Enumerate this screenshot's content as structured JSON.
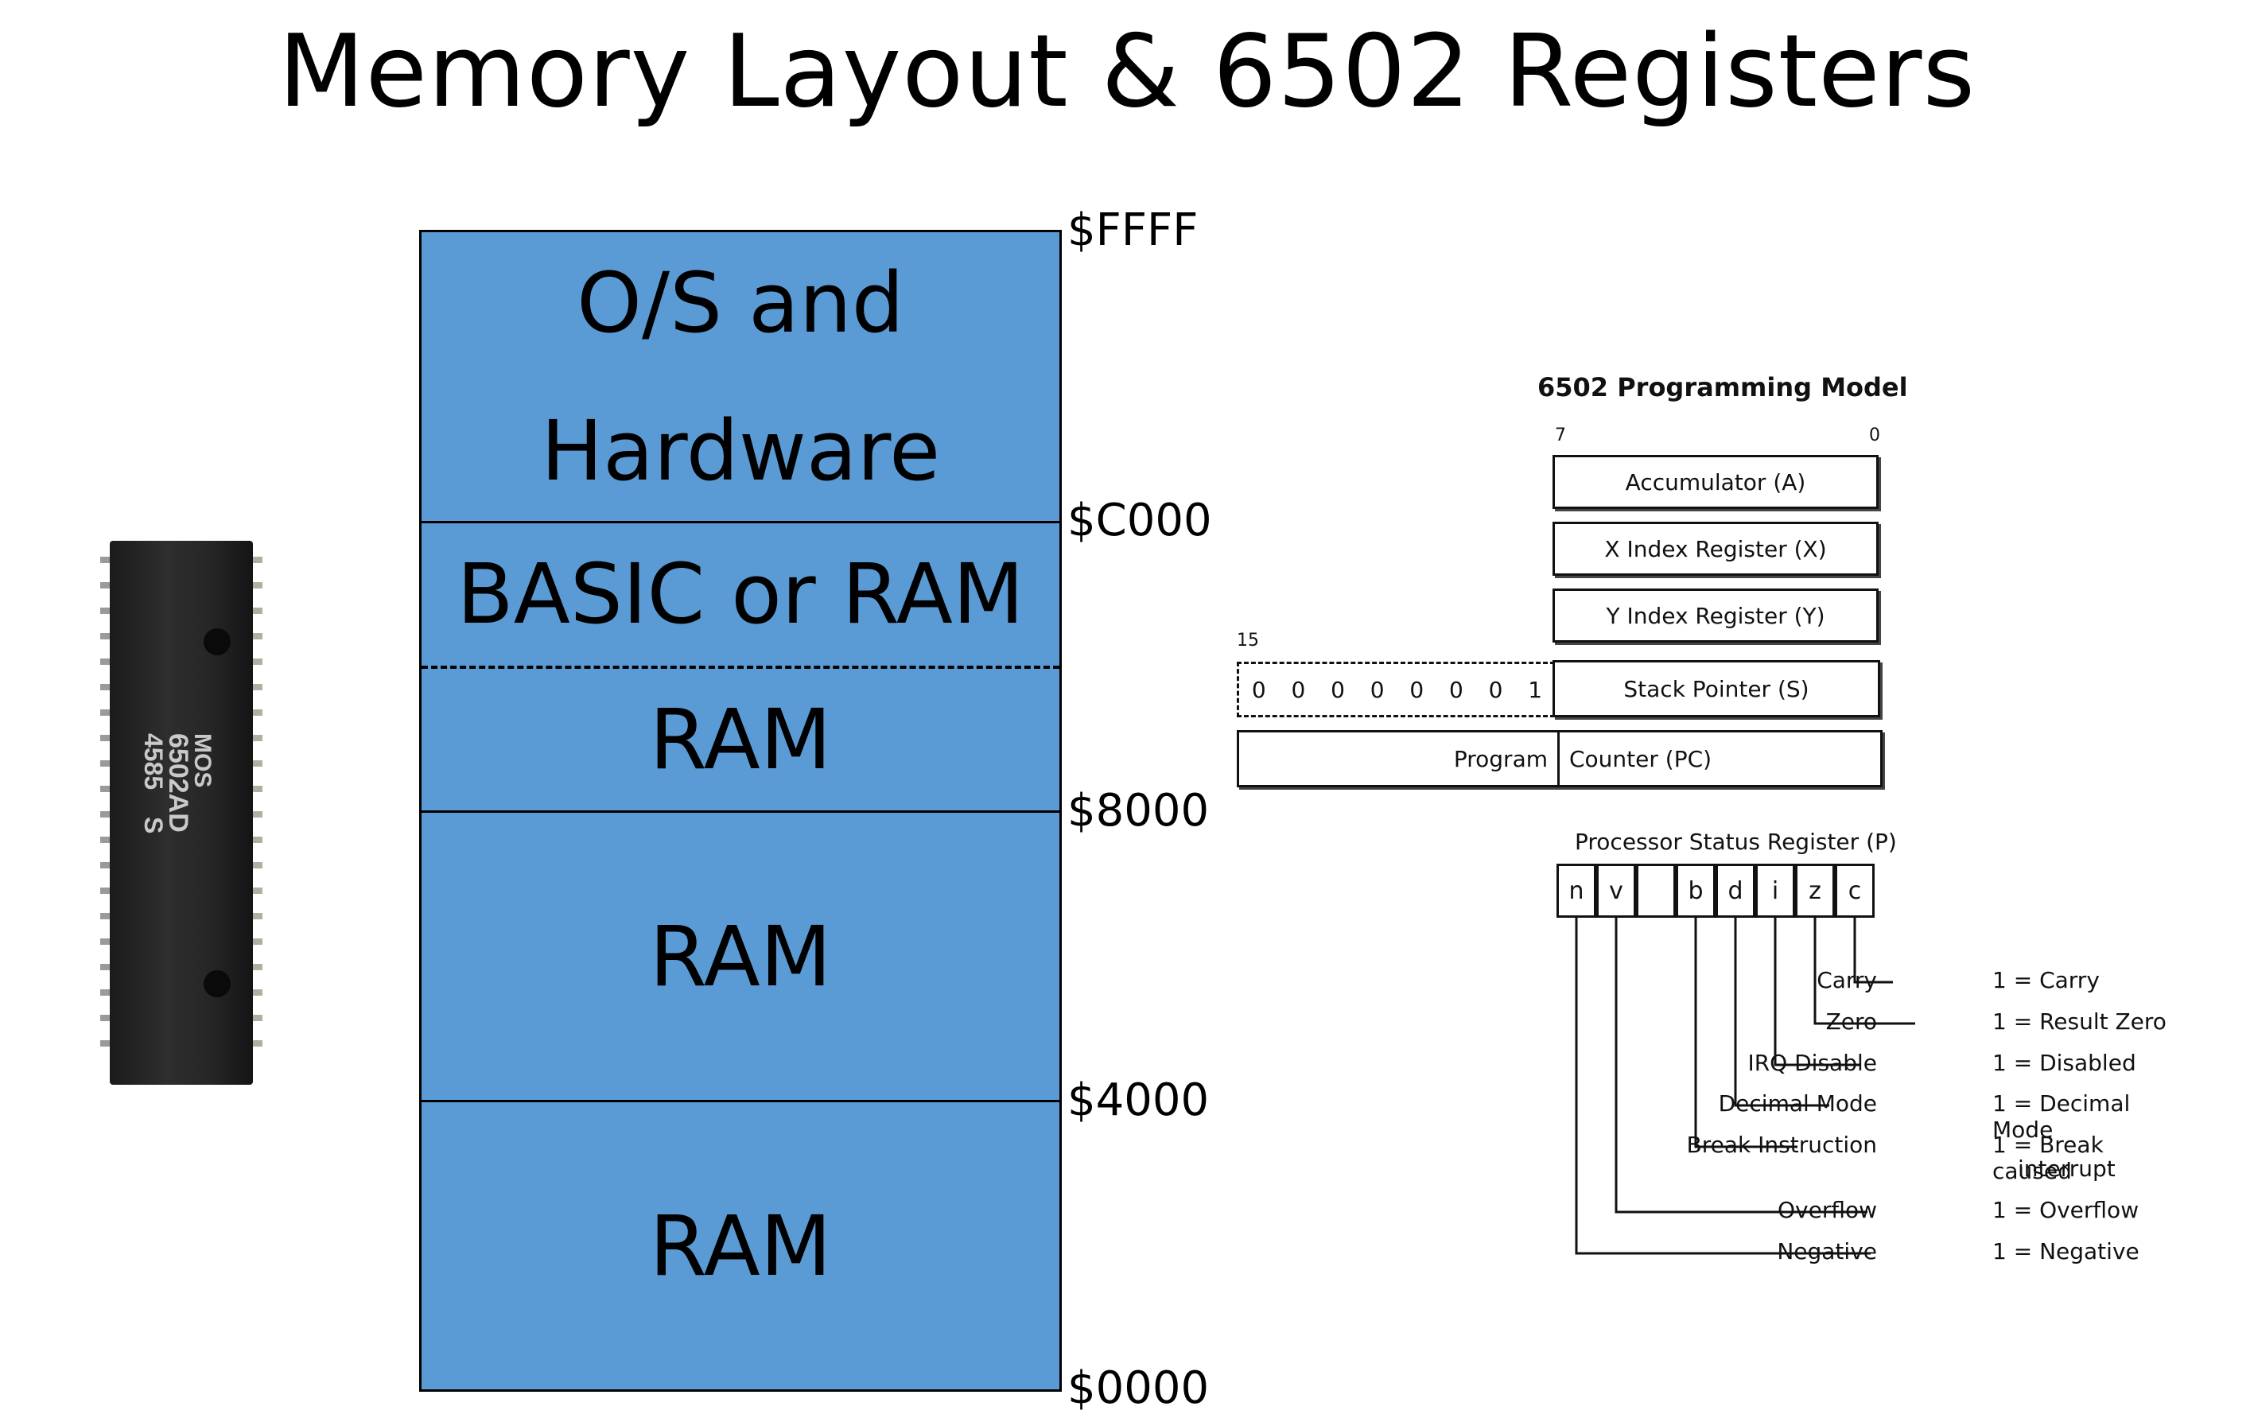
{
  "title": "Memory Layout & 6502 Registers",
  "chip": {
    "logo": "MOS",
    "part_number": "6502AD",
    "date_code": "4585",
    "suffix": "S"
  },
  "memory_map": {
    "blocks": [
      {
        "line1": "O/S and",
        "line2": "Hardware"
      },
      {
        "label": "BASIC or RAM"
      },
      {
        "label": "RAM"
      },
      {
        "label": "RAM"
      },
      {
        "label": "RAM"
      }
    ],
    "addresses": [
      "$FFFF",
      "$C000",
      "$8000",
      "$4000",
      "$0000"
    ]
  },
  "programming_model": {
    "title": "6502 Programming Model",
    "bit_high_8": "7",
    "bit_low": "0",
    "bit_high_16": "15",
    "registers": {
      "accumulator": "Accumulator (A)",
      "x_index": "X Index Register (X)",
      "y_index": "Y Index Register (Y)",
      "stack_pointer": "Stack Pointer (S)",
      "pc_left": "Program",
      "pc_right": "Counter (PC)"
    },
    "stack_high_bits": [
      "0",
      "0",
      "0",
      "0",
      "0",
      "0",
      "0",
      "1"
    ],
    "status_register_label": "Processor Status Register (P)",
    "flags": [
      "n",
      "v",
      "",
      "b",
      "d",
      "i",
      "z",
      "c"
    ],
    "flag_descriptions": [
      {
        "name": "Carry",
        "meaning": "1 = Carry"
      },
      {
        "name": "Zero",
        "meaning": "1 = Result Zero"
      },
      {
        "name": "IRQ Disable",
        "meaning": "1 = Disabled"
      },
      {
        "name": "Decimal Mode",
        "meaning": "1 = Decimal Mode"
      },
      {
        "name": "Break Instruction",
        "meaning": "1 = Break caused",
        "meaning_line2": "interrupt"
      },
      {
        "name": "Overflow",
        "meaning": "1 = Overflow"
      },
      {
        "name": "Negative",
        "meaning": "1 = Negative"
      }
    ]
  }
}
